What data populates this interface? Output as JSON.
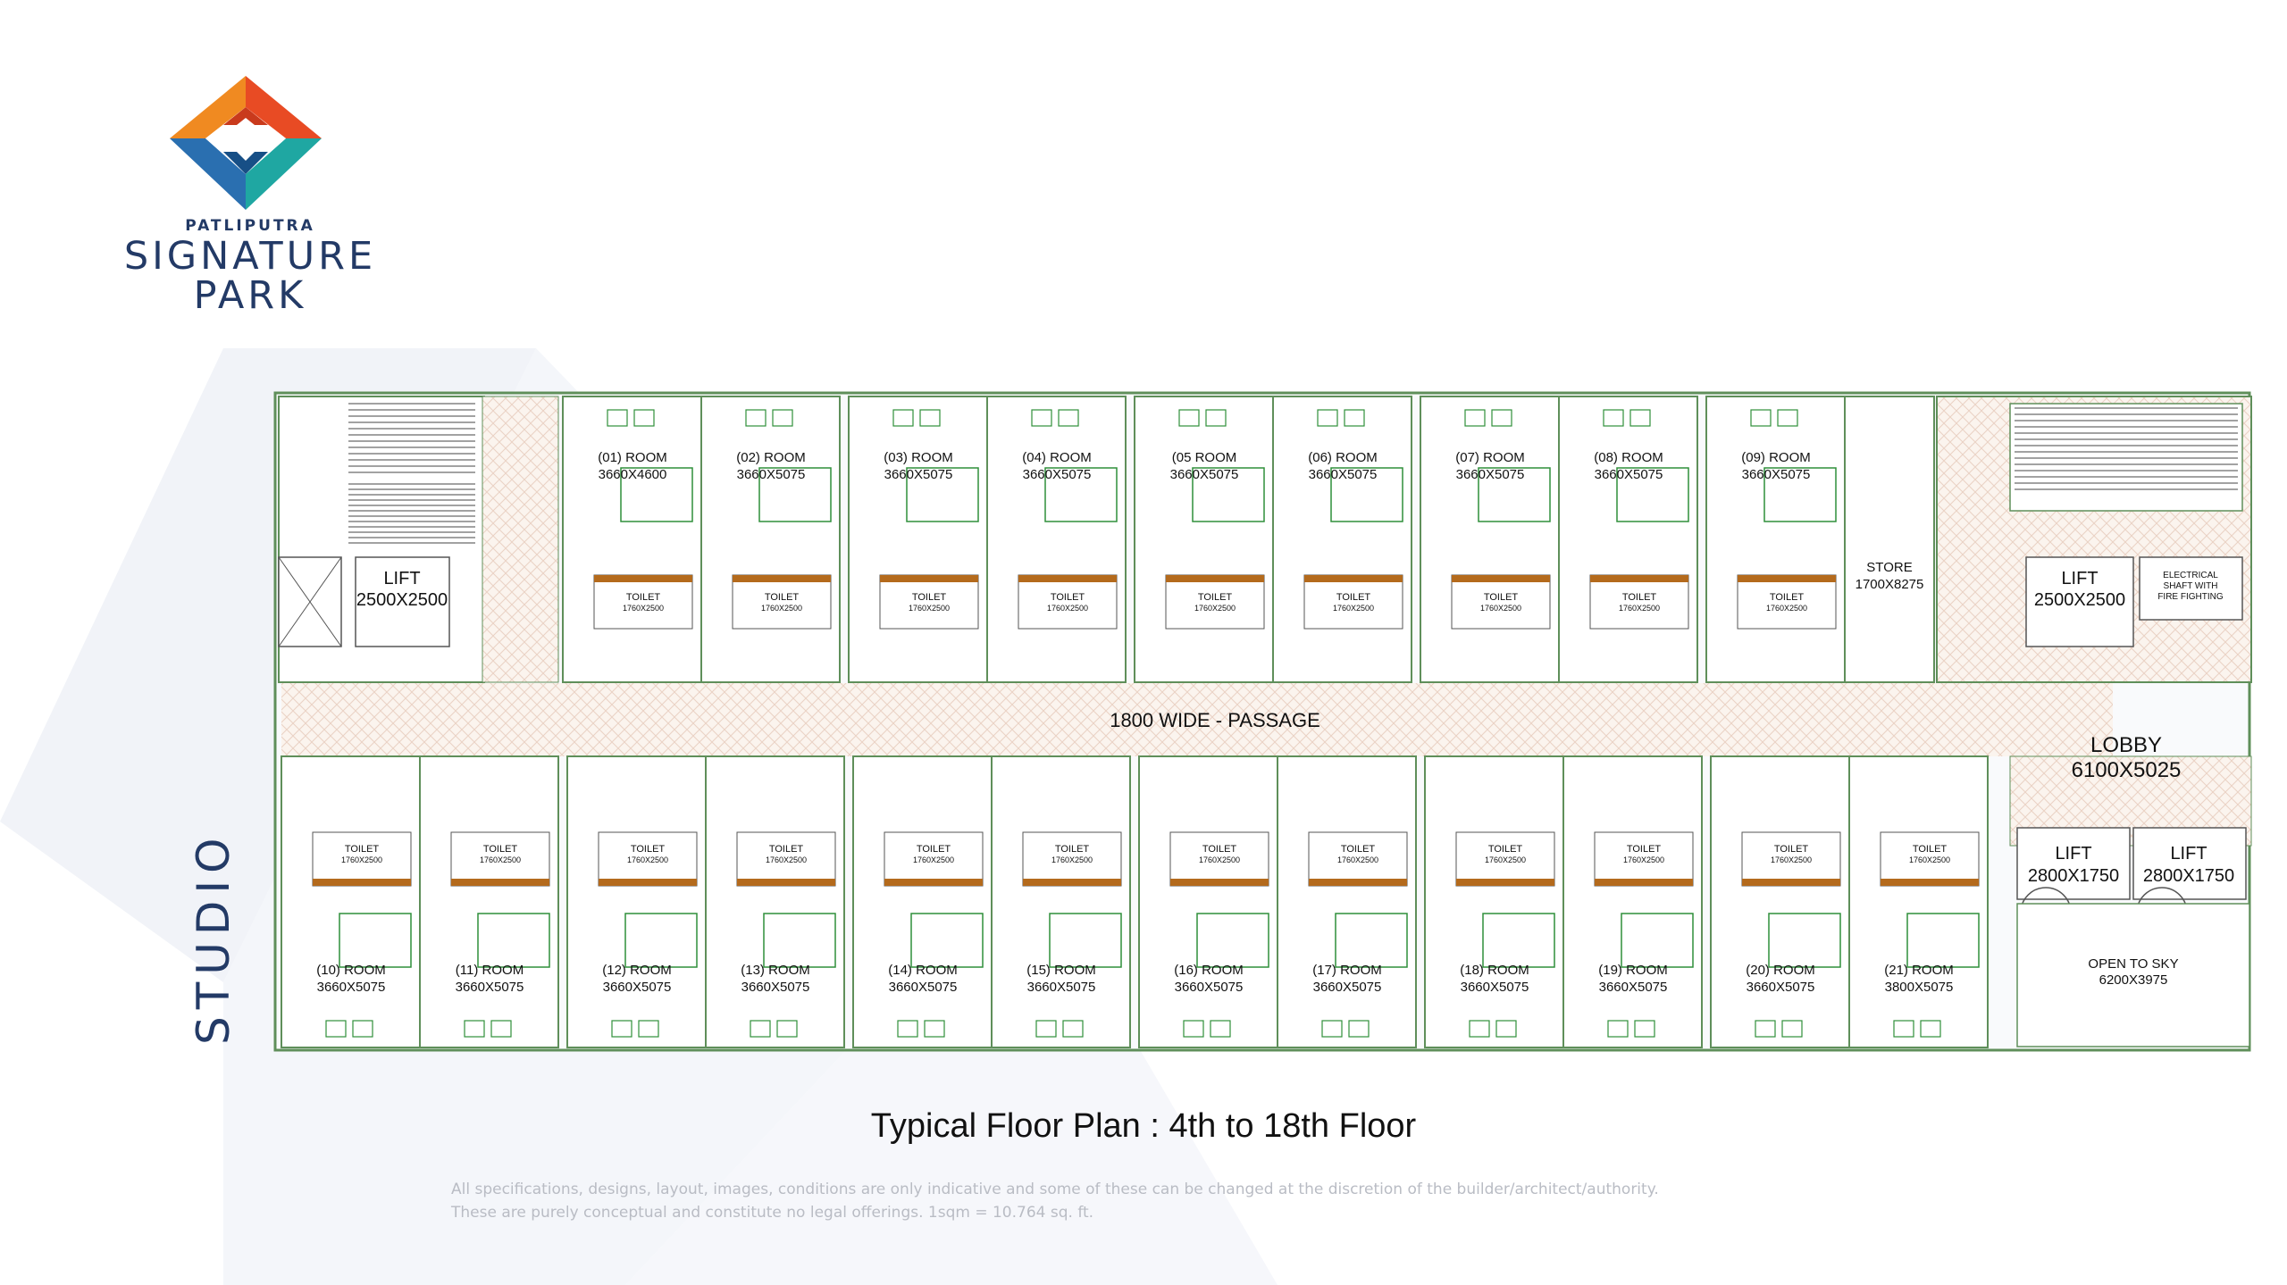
{
  "brand": {
    "small": "PATLIPUTRA",
    "line1": "SIGNATURE",
    "line2": "PARK"
  },
  "unit_type": "STUDIO",
  "caption": "Typical Floor Plan : 4th to 18th Floor",
  "disclaimer": {
    "line1": "All specifications, designs, layout, images, conditions are only indicative and some of these can be changed at the discretion of the builder/architect/authority.",
    "line2": "These are purely conceptual and constitute no legal offerings.  1sqm = 10.764 sq. ft."
  },
  "plan": {
    "passage": "1800 WIDE - PASSAGE",
    "left_lift": {
      "label": "LIFT",
      "size": "2500X2500"
    },
    "right_lift": {
      "label": "LIFT",
      "size": "2500X2500"
    },
    "electrical_shaft": [
      "ELECTRICAL",
      "SHAFT WITH",
      "FIRE FIGHTING"
    ],
    "store": {
      "label": "STORE",
      "size": "1700X8275"
    },
    "lobby": {
      "label": "LOBBY",
      "size": "6100X5025"
    },
    "small_lifts": [
      {
        "label": "LIFT",
        "size": "2800X1750"
      },
      {
        "label": "LIFT",
        "size": "2800X1750"
      }
    ],
    "open_to_sky": {
      "label": "OPEN TO SKY",
      "size": "6200X3975"
    },
    "toilet_label": "TOILET",
    "top_toilets": [
      "1760X2500",
      "1760X2500",
      "1760X2500",
      "1760X2500",
      "1760X2500",
      "1760X2500",
      "1760X2500",
      "1760X2500",
      "1760X2500"
    ],
    "bottom_toilets": [
      "1760X2500",
      "1760X2500",
      "1760X2500",
      "1760X2500",
      "1760X2500",
      "1760X2500",
      "1760X2500",
      "1760X2500",
      "1760X2500",
      "1760X2500",
      "1760X2500",
      "1760X2500"
    ],
    "top_rooms": [
      {
        "name": "(01) ROOM",
        "size": "3660X4600"
      },
      {
        "name": "(02) ROOM",
        "size": "3660X5075"
      },
      {
        "name": "(03) ROOM",
        "size": "3660X5075"
      },
      {
        "name": "(04) ROOM",
        "size": "3660X5075"
      },
      {
        "name": "(05 ROOM",
        "size": "3660X5075"
      },
      {
        "name": "(06) ROOM",
        "size": "3660X5075"
      },
      {
        "name": "(07) ROOM",
        "size": "3660X5075"
      },
      {
        "name": "(08) ROOM",
        "size": "3660X5075"
      },
      {
        "name": "(09) ROOM",
        "size": "3660X5075"
      }
    ],
    "bottom_rooms": [
      {
        "name": "(10) ROOM",
        "size": "3660X5075"
      },
      {
        "name": "(11) ROOM",
        "size": "3660X5075"
      },
      {
        "name": "(12) ROOM",
        "size": "3660X5075"
      },
      {
        "name": "(13) ROOM",
        "size": "3660X5075"
      },
      {
        "name": "(14) ROOM",
        "size": "3660X5075"
      },
      {
        "name": "(15) ROOM",
        "size": "3660X5075"
      },
      {
        "name": "(16) ROOM",
        "size": "3660X5075"
      },
      {
        "name": "(17) ROOM",
        "size": "3660X5075"
      },
      {
        "name": "(18) ROOM",
        "size": "3660X5075"
      },
      {
        "name": "(19) ROOM",
        "size": "3660X5075"
      },
      {
        "name": "(20) ROOM",
        "size": "3660X5075"
      },
      {
        "name": "(21) ROOM",
        "size": "3800X5075"
      }
    ]
  }
}
